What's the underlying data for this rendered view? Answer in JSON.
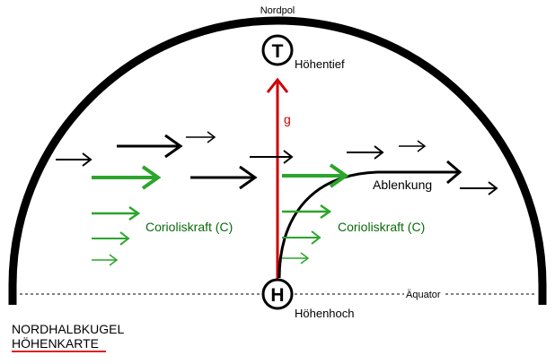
{
  "labels": {
    "north_pole": "Nordpol",
    "equator": "Äquator",
    "high_symbol": "H",
    "low_symbol": "T",
    "high_label": "Höhenhoch",
    "low_label": "Höhentief",
    "gravity": "g",
    "coriolis_left": "Corioliskraft (C)",
    "coriolis_right": "Corioliskraft (C)",
    "deflection": "Ablenkung",
    "hemisphere": "NORDHALBKUGEL",
    "map_type": "HÖHENKARTE"
  },
  "colors": {
    "arc": "#000000",
    "wind_arrow": "#000000",
    "coriolis_arrow": "#2ca52c",
    "coriolis_text": "#0a6a0a",
    "gravity_arrow": "#cc0000",
    "underline": "#e02020"
  }
}
